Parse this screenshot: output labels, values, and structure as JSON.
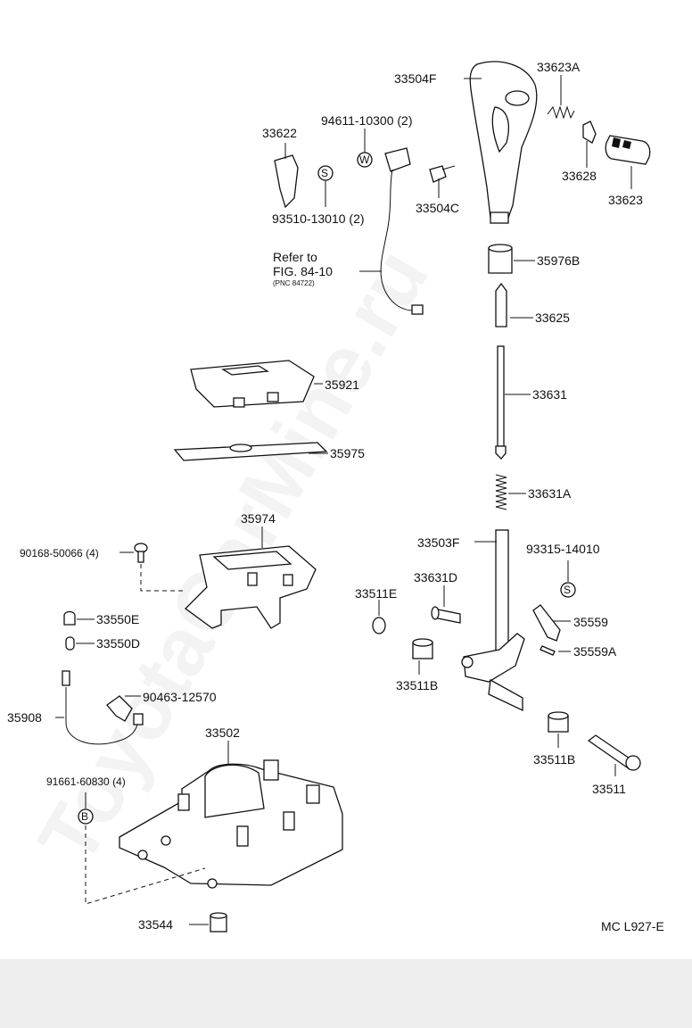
{
  "watermark": "ToyotaCarMine.ru",
  "diagram_code": "MC L927-E",
  "reference": {
    "line1": "Refer to",
    "line2": "FIG. 84-10",
    "line3": "(PNC 84722)"
  },
  "parts": {
    "p33504F": "33504F",
    "p33623A": "33623A",
    "p33622": "33622",
    "p94611": "94611-10300 (2)",
    "p33628": "33628",
    "p33623": "33623",
    "p33504C": "33504C",
    "p93510": "93510-13010 (2)",
    "p35976B": "35976B",
    "p33625": "33625",
    "p35921": "35921",
    "p33631": "33631",
    "p35975": "35975",
    "p33631A": "33631A",
    "p35974": "35974",
    "p33503F": "33503F",
    "p90168": "90168-50066 (4)",
    "p93315": "93315-14010",
    "p33631D": "33631D",
    "p33511E": "33511E",
    "p33550E": "33550E",
    "p35559": "35559",
    "p33550D": "33550D",
    "p35559A": "35559A",
    "p33511B_a": "33511B",
    "p90463": "90463-12570",
    "p35908": "35908",
    "p33502": "33502",
    "p33511B_b": "33511B",
    "p91661": "91661-60830 (4)",
    "p33511": "33511",
    "p33544": "33544"
  },
  "symbols": {
    "washer": "W",
    "screw": "S",
    "bolt": "B"
  }
}
